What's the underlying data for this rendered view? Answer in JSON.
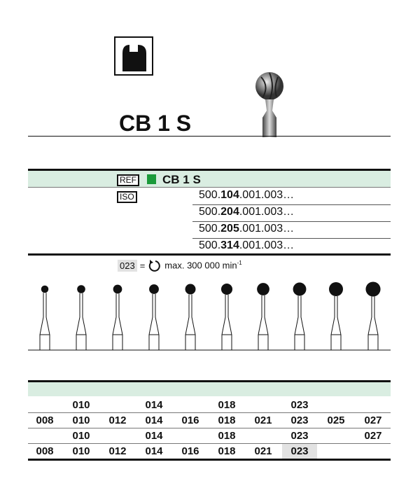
{
  "product": {
    "title": "CB 1 S",
    "ref_label": "REF",
    "ref_value": "CB 1 S",
    "ref_color": "#1a9a3a",
    "iso_label": "ISO"
  },
  "iso_numbers": [
    {
      "pre": "500.",
      "bold": "104",
      "post": ".001.003…"
    },
    {
      "pre": "500.",
      "bold": "204",
      "post": ".001.003…"
    },
    {
      "pre": "500.",
      "bold": "205",
      "post": ".001.003…"
    },
    {
      "pre": "500.",
      "bold": "314",
      "post": ".001.003…"
    }
  ],
  "speed": {
    "size": "023",
    "eq": "=",
    "text": "max. 300 000 min",
    "sup": "-1"
  },
  "sizes": [
    "008",
    "010",
    "012",
    "014",
    "016",
    "018",
    "021",
    "023",
    "025",
    "027"
  ],
  "rows": [
    [
      "",
      "010",
      "",
      "014",
      "",
      "018",
      "",
      "023",
      "",
      ""
    ],
    [
      "008",
      "010",
      "012",
      "014",
      "016",
      "018",
      "021",
      "023",
      "025",
      "027"
    ],
    [
      "",
      "010",
      "",
      "014",
      "",
      "018",
      "",
      "023",
      "",
      "027"
    ],
    [
      "008",
      "010",
      "012",
      "014",
      "016",
      "018",
      "021",
      "023",
      "",
      ""
    ]
  ],
  "highlight_cell": {
    "row": 3,
    "col": 7
  }
}
